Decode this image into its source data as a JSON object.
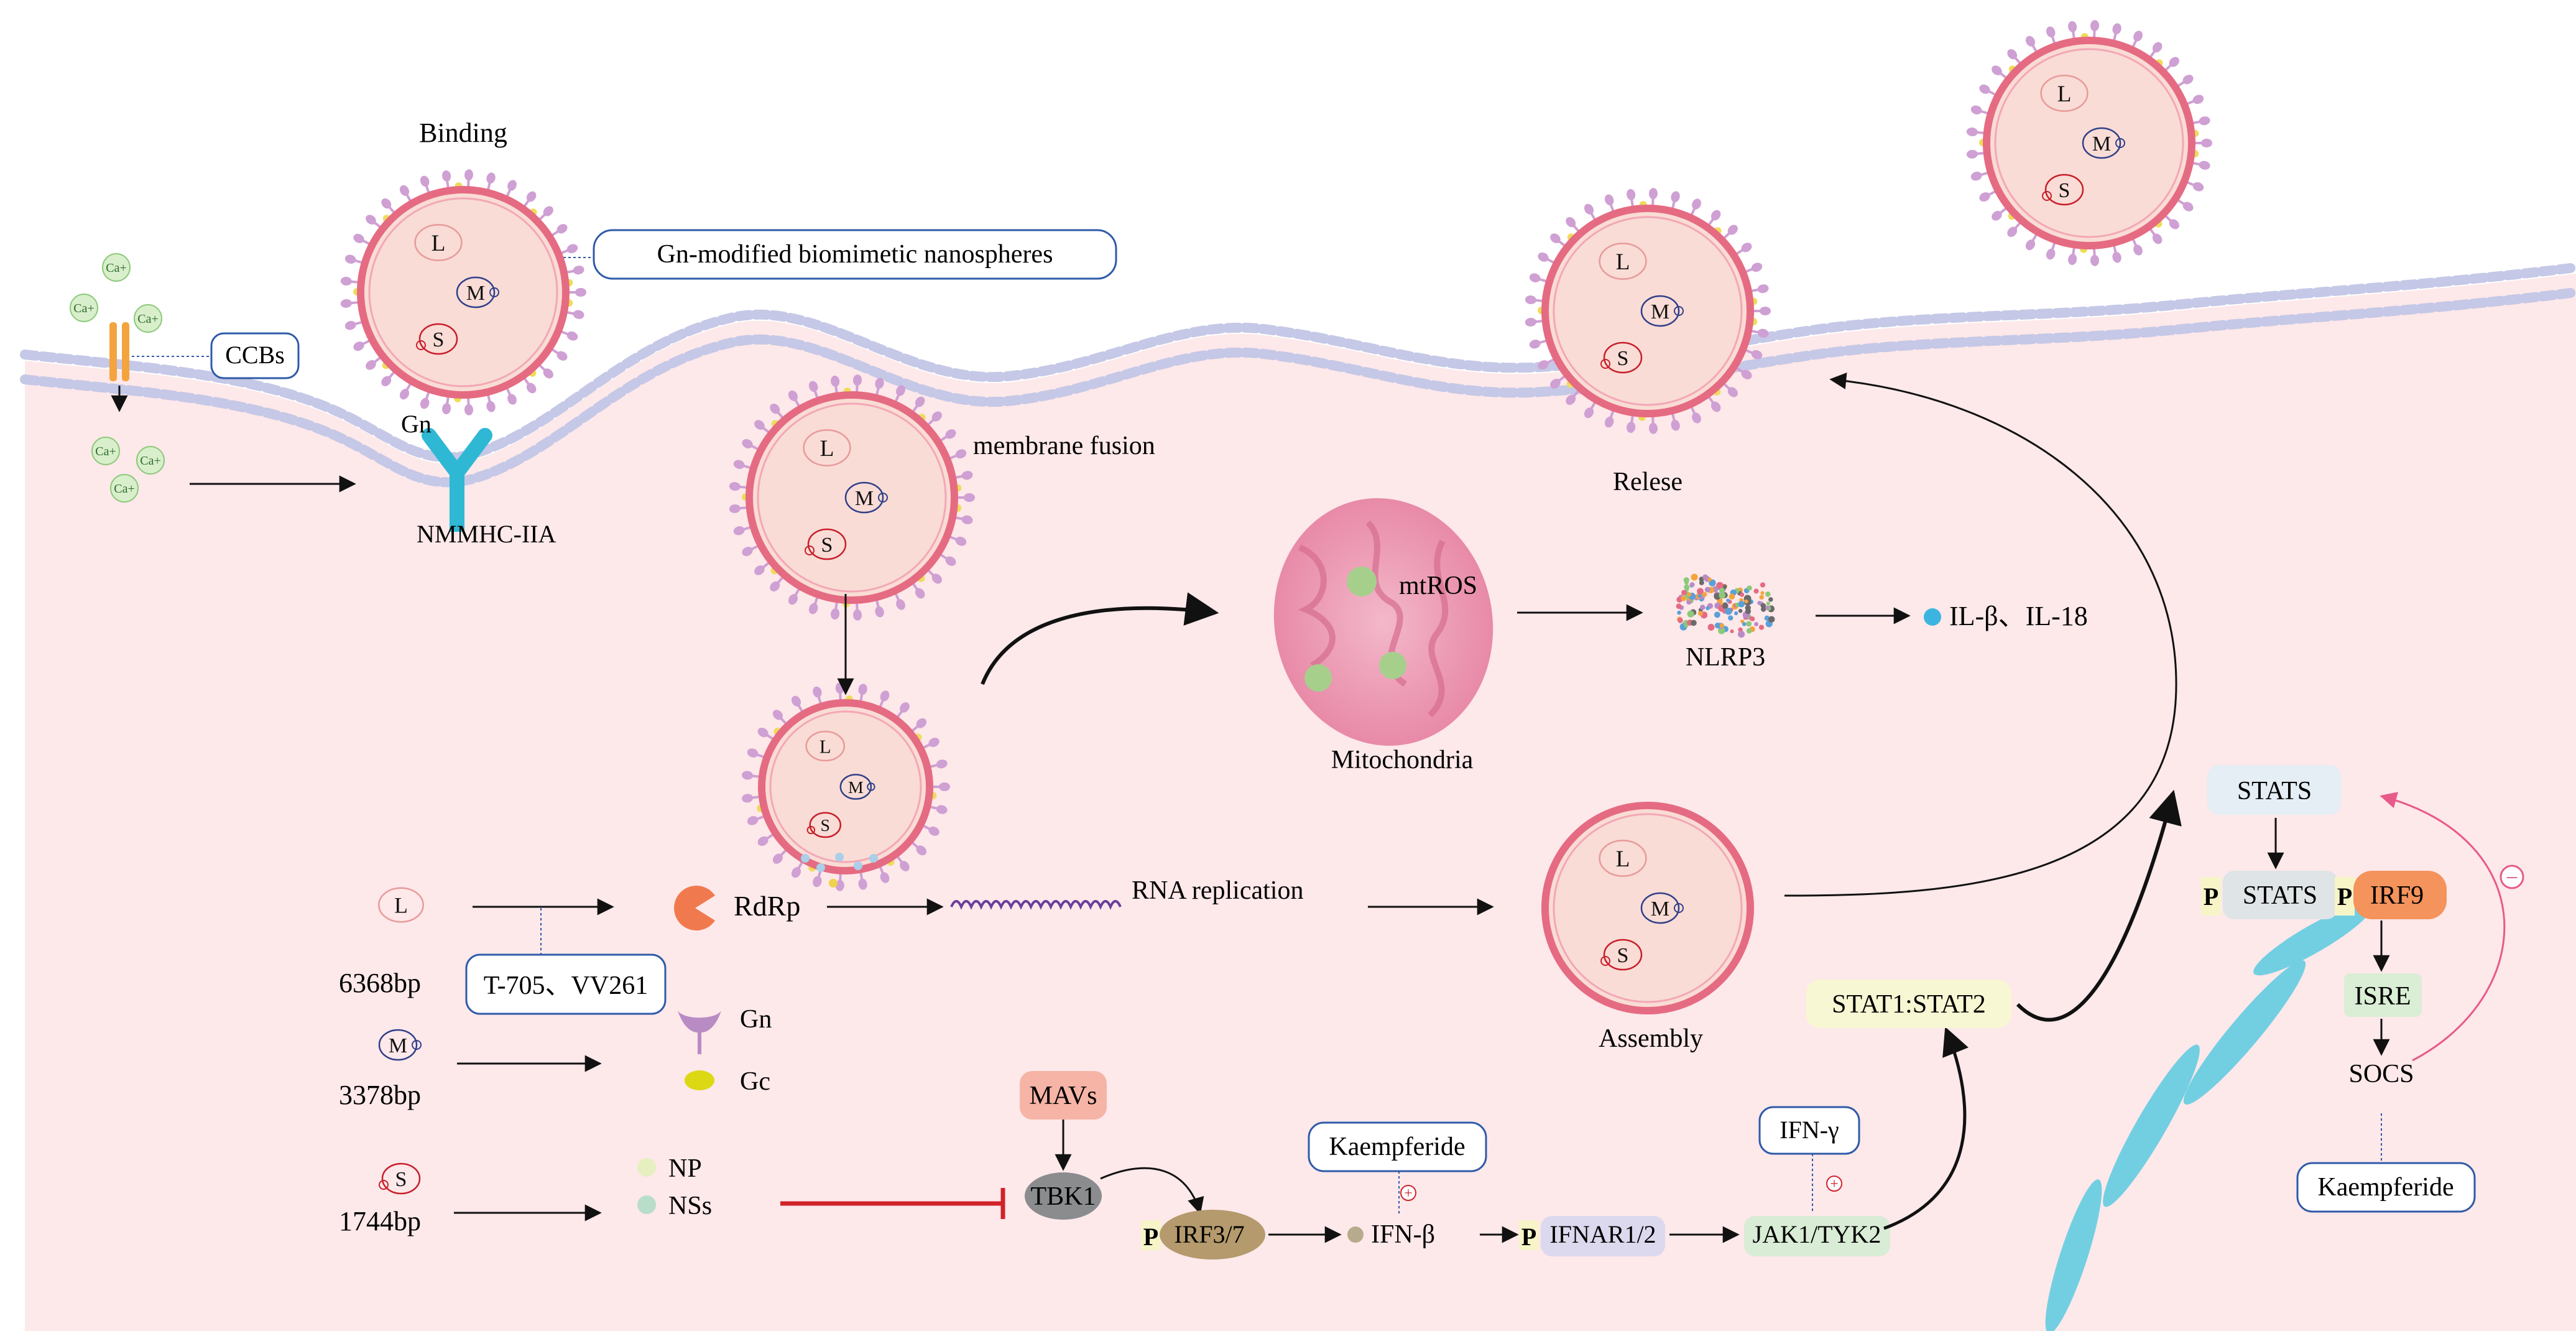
{
  "labels": {
    "binding": "Binding",
    "gn_nanospheres": "Gn-modified biomimetic nanospheres",
    "ccbs": "CCBs",
    "ca": "Ca+",
    "gn_receptor": "Gn",
    "nmmhc": "NMMHC-IIA",
    "membrane_fusion": "membrane fusion",
    "release": "Relese",
    "mtros": "mtROS",
    "mitochondria": "Mitochondria",
    "nlrp3": "NLRP3",
    "il": "IL-β、IL-18",
    "stats_top": "STATS",
    "p_stats": "STATS",
    "irf9": "IRF9",
    "p": "P",
    "isre": "ISRE",
    "socs": "SOCS",
    "kaempferide_right": "Kaempferide",
    "rdrp": "RdRp",
    "rna_replication": "RNA replication",
    "assembly": "Assembly",
    "stat1_stat2": "STAT1:STAT2",
    "ifn_gamma": "IFN-γ",
    "bp_l": "6368bp",
    "bp_m": "3378bp",
    "bp_s": "1744bp",
    "t705": "T-705、VV261",
    "gn": "Gn",
    "gc": "Gc",
    "np": "NP",
    "nss": "NSs",
    "mavs": "MAVs",
    "tbk1": "TBK1",
    "irf37": "IRF3/7",
    "kaempferide_mid": "Kaempferide",
    "ifn_beta": "IFN-β",
    "ifnar": "IFNAR1/2",
    "jak": "JAK1/TYK2",
    "seg_l": "L",
    "seg_m": "M",
    "seg_s": "S",
    "plus": "+",
    "minus": "−"
  },
  "colors": {
    "cytoplasm": "#fde8ea",
    "membrane": "#c5c8e6",
    "virus_ring": "#e56b82",
    "virus_fill": "#f9dcd5",
    "spike": "#cfa0d3",
    "receptor": "#2fb8d4",
    "mito": "#e98fae",
    "blue_box": "#2f5aa8",
    "cyan_streak": "#72cfe2",
    "socs_arrow": "#e75a8a",
    "inhibit": "#d0222a"
  }
}
